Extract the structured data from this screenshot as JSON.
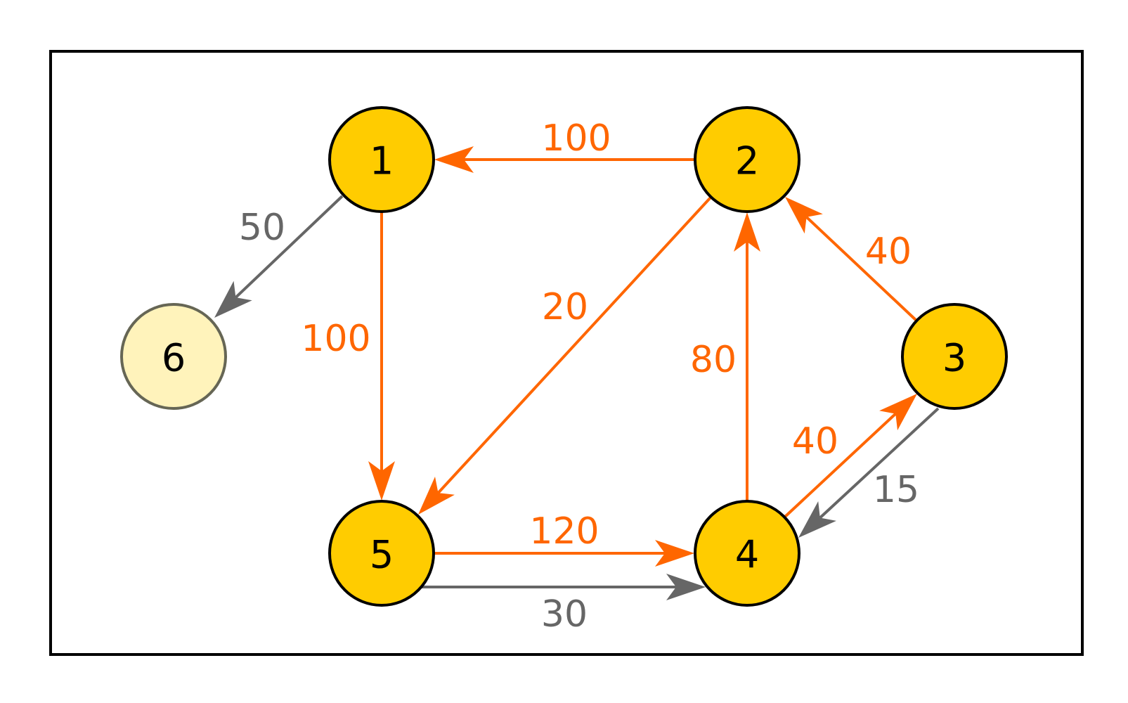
{
  "colors": {
    "highlight": "#ff6600",
    "normal": "#666666",
    "node_fill": "#ffcc00",
    "node_fill_faded": "#fff3bb",
    "node_stroke": "#000000",
    "node_stroke_faded": "#666655",
    "frame": "#000000",
    "text": "#000000"
  },
  "nodes": [
    {
      "id": "1",
      "label": "1",
      "faded": false
    },
    {
      "id": "2",
      "label": "2",
      "faded": false
    },
    {
      "id": "3",
      "label": "3",
      "faded": false
    },
    {
      "id": "4",
      "label": "4",
      "faded": false
    },
    {
      "id": "5",
      "label": "5",
      "faded": false
    },
    {
      "id": "6",
      "label": "6",
      "faded": true
    }
  ],
  "edges": [
    {
      "from": "2",
      "to": "1",
      "label": "100",
      "highlight": true
    },
    {
      "from": "1",
      "to": "6",
      "label": "50",
      "highlight": false
    },
    {
      "from": "1",
      "to": "5",
      "label": "100",
      "highlight": true
    },
    {
      "from": "2",
      "to": "5",
      "label": "20",
      "highlight": true
    },
    {
      "from": "3",
      "to": "2",
      "label": "40",
      "highlight": true
    },
    {
      "from": "4",
      "to": "2",
      "label": "80",
      "highlight": true
    },
    {
      "from": "4",
      "to": "3",
      "label": "40",
      "highlight": true
    },
    {
      "from": "3",
      "to": "4",
      "label": "15",
      "highlight": false
    },
    {
      "from": "5",
      "to": "4",
      "label": "120",
      "highlight": true
    },
    {
      "from": "5",
      "to": "4",
      "label": "30",
      "highlight": false
    }
  ]
}
